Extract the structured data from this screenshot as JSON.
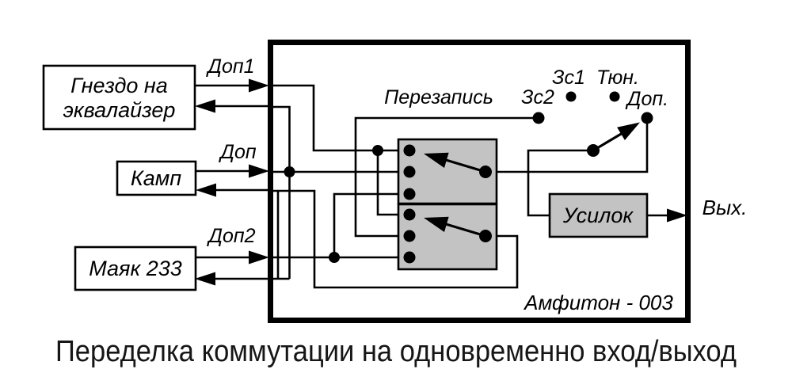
{
  "diagram": {
    "caption": "Переделка коммутации на одновременно вход/выход",
    "device_name": "Амфитон - 003",
    "output_label": "Вых.",
    "amplifier_label": "Усилок",
    "selector_title": "Перезапись",
    "selector_positions": {
      "zs1": "Зс1",
      "zs2": "Зс2",
      "tuner": "Тюн.",
      "aux": "Доп."
    },
    "external_units": {
      "equalizer": {
        "label_line1": "Гнездо на",
        "label_line2": "эквалайзер",
        "port": "Доп1"
      },
      "kamp": {
        "label": "Камп",
        "port": "Доп"
      },
      "mayak": {
        "label": "Маяк 233",
        "port": "Доп2"
      }
    },
    "colors": {
      "wire": "#000000",
      "switch_fill": "#c3c3c3",
      "background": "#ffffff",
      "caption_color": "#161616"
    }
  }
}
